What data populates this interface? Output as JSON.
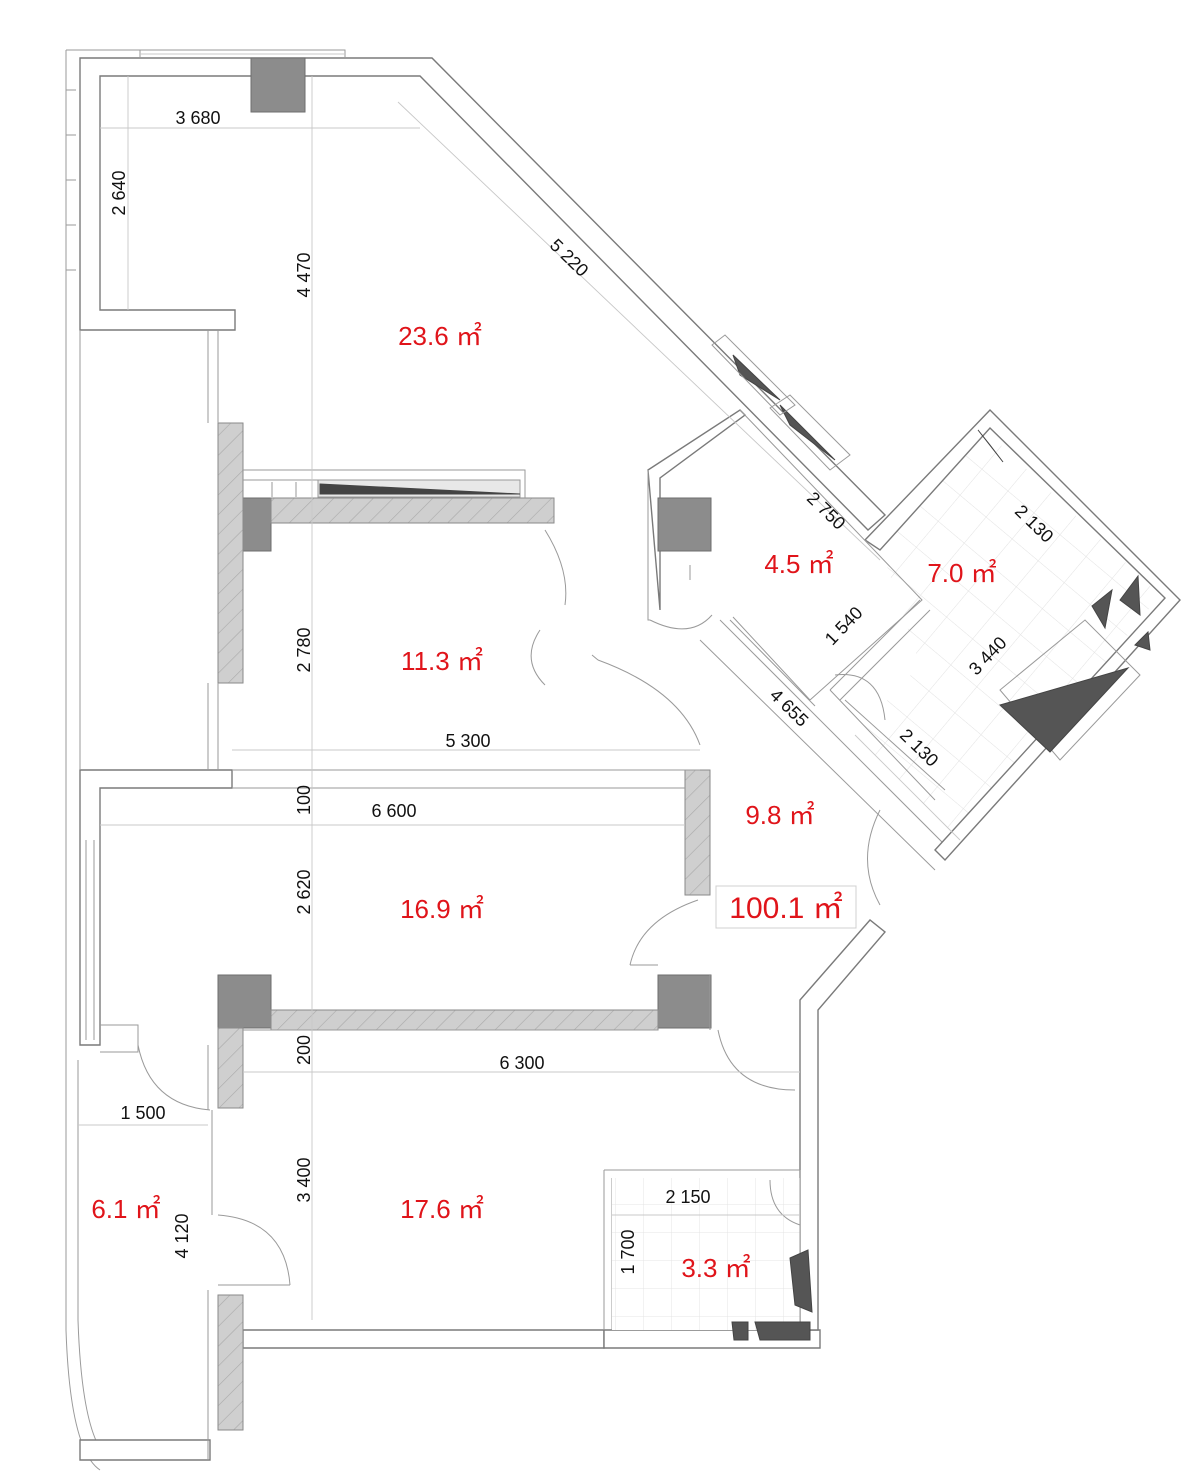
{
  "plan": {
    "total_area": "100.1 ㎡",
    "rooms": [
      {
        "id": "living",
        "area": "23.6 ㎡"
      },
      {
        "id": "bedroom-upper",
        "area": "11.3 ㎡"
      },
      {
        "id": "bathroom-small",
        "area": "4.5 ㎡"
      },
      {
        "id": "bathroom-large",
        "area": "7.0 ㎡"
      },
      {
        "id": "hall",
        "area": "9.8 ㎡"
      },
      {
        "id": "bedroom-middle",
        "area": "16.9 ㎡"
      },
      {
        "id": "bedroom-lower",
        "area": "17.6 ㎡"
      },
      {
        "id": "balcony",
        "area": "6.1 ㎡"
      },
      {
        "id": "bathroom-lower",
        "area": "3.3 ㎡"
      }
    ],
    "dimensions": [
      "3 680",
      "2 640",
      "4 470",
      "5 220",
      "2 780",
      "2 750",
      "1 540",
      "2 130",
      "3 440",
      "2 130",
      "4 655",
      "5 300",
      "100",
      "6 600",
      "2 620",
      "200",
      "6 300",
      "1 500",
      "3 400",
      "4 120",
      "2 150",
      "1 700"
    ]
  }
}
